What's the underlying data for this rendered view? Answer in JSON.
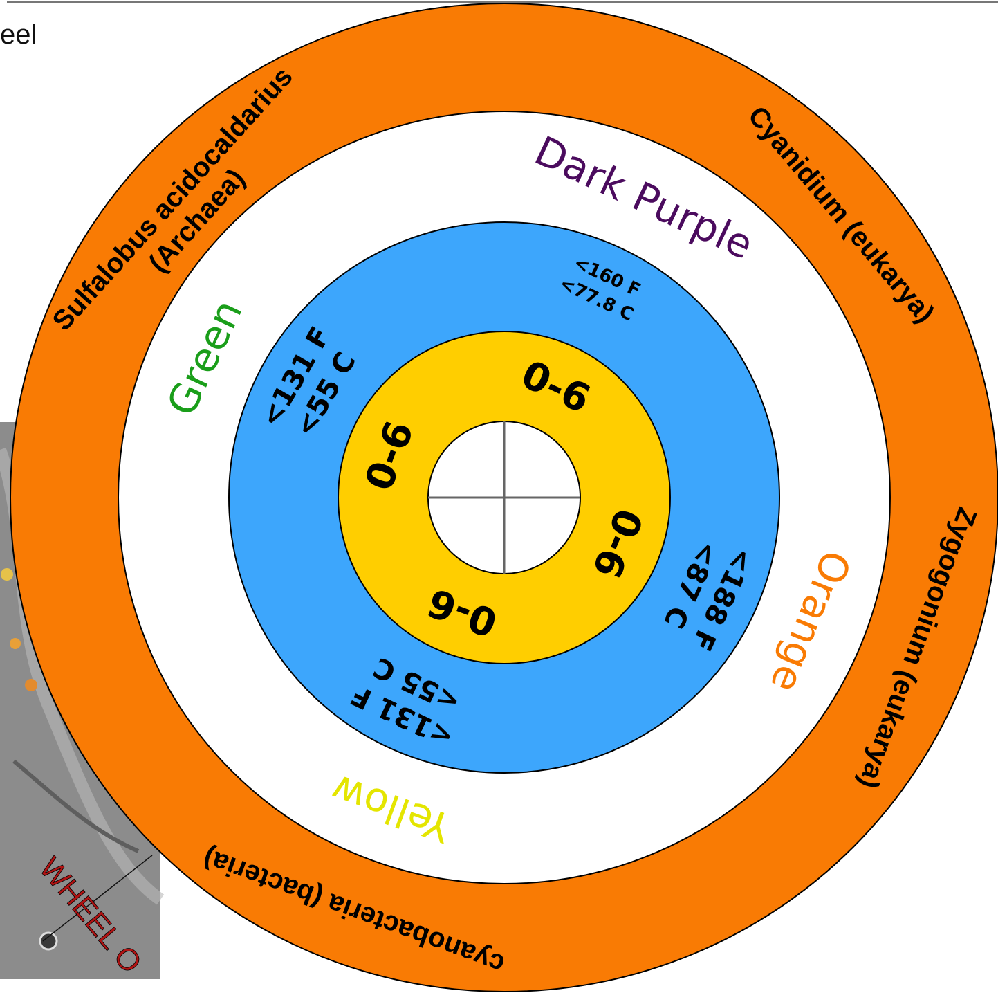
{
  "page": {
    "title_fragment": "eel",
    "photo_caption": "WHEEL O"
  },
  "colors": {
    "orange_ring": "#F97B04",
    "white_ring": "#FFFFFF",
    "blue_ring": "#3DA6FC",
    "yellow_ring": "#FFCE00",
    "center": "#FFFFFF",
    "stroke": "#000000",
    "green_label": "#1A9E1A",
    "purple_label": "#4B0B5E",
    "orange_label": "#F97B04",
    "yellow_label": "#E4E500",
    "photo_bg": "#8C8C8C",
    "photo_caption": "#B01212"
  },
  "wheel": {
    "organisms": [
      {
        "label": "Cyanidium (eukarya)",
        "angle": 50
      },
      {
        "label": "Zygogonium (eukarya)",
        "angle": 110
      },
      {
        "label": "cyanobacteria (bacteria)",
        "angle": 200
      },
      {
        "label": "Sulfalobus acidocaldarius",
        "angle": 312
      },
      {
        "label": "(Archaea)",
        "angle": 312
      }
    ],
    "colors": [
      {
        "label": "Dark Purple",
        "angle": 25,
        "color_key": "purple_label"
      },
      {
        "label": "Orange",
        "angle": 112,
        "color_key": "orange_label"
      },
      {
        "label": "Yellow",
        "angle": 200,
        "color_key": "yellow_label"
      },
      {
        "label": "Green",
        "angle": 295,
        "color_key": "green_label"
      }
    ],
    "temperatures": [
      {
        "lines": [
          "<160 F",
          "<77.8 C"
        ],
        "angle": 25
      },
      {
        "lines": [
          "<188 F",
          "<87 C"
        ],
        "angle": 115
      },
      {
        "lines": [
          "<131 F",
          "<55 C"
        ],
        "angle": 205
      },
      {
        "lines": [
          "<131 F",
          "<55 C"
        ],
        "angle": 300
      }
    ],
    "ph": [
      {
        "label": "0-6",
        "angle": 25
      },
      {
        "label": "0-6",
        "angle": 112
      },
      {
        "label": "0-6",
        "angle": 200
      },
      {
        "label": "0-6",
        "angle": 290
      }
    ]
  }
}
